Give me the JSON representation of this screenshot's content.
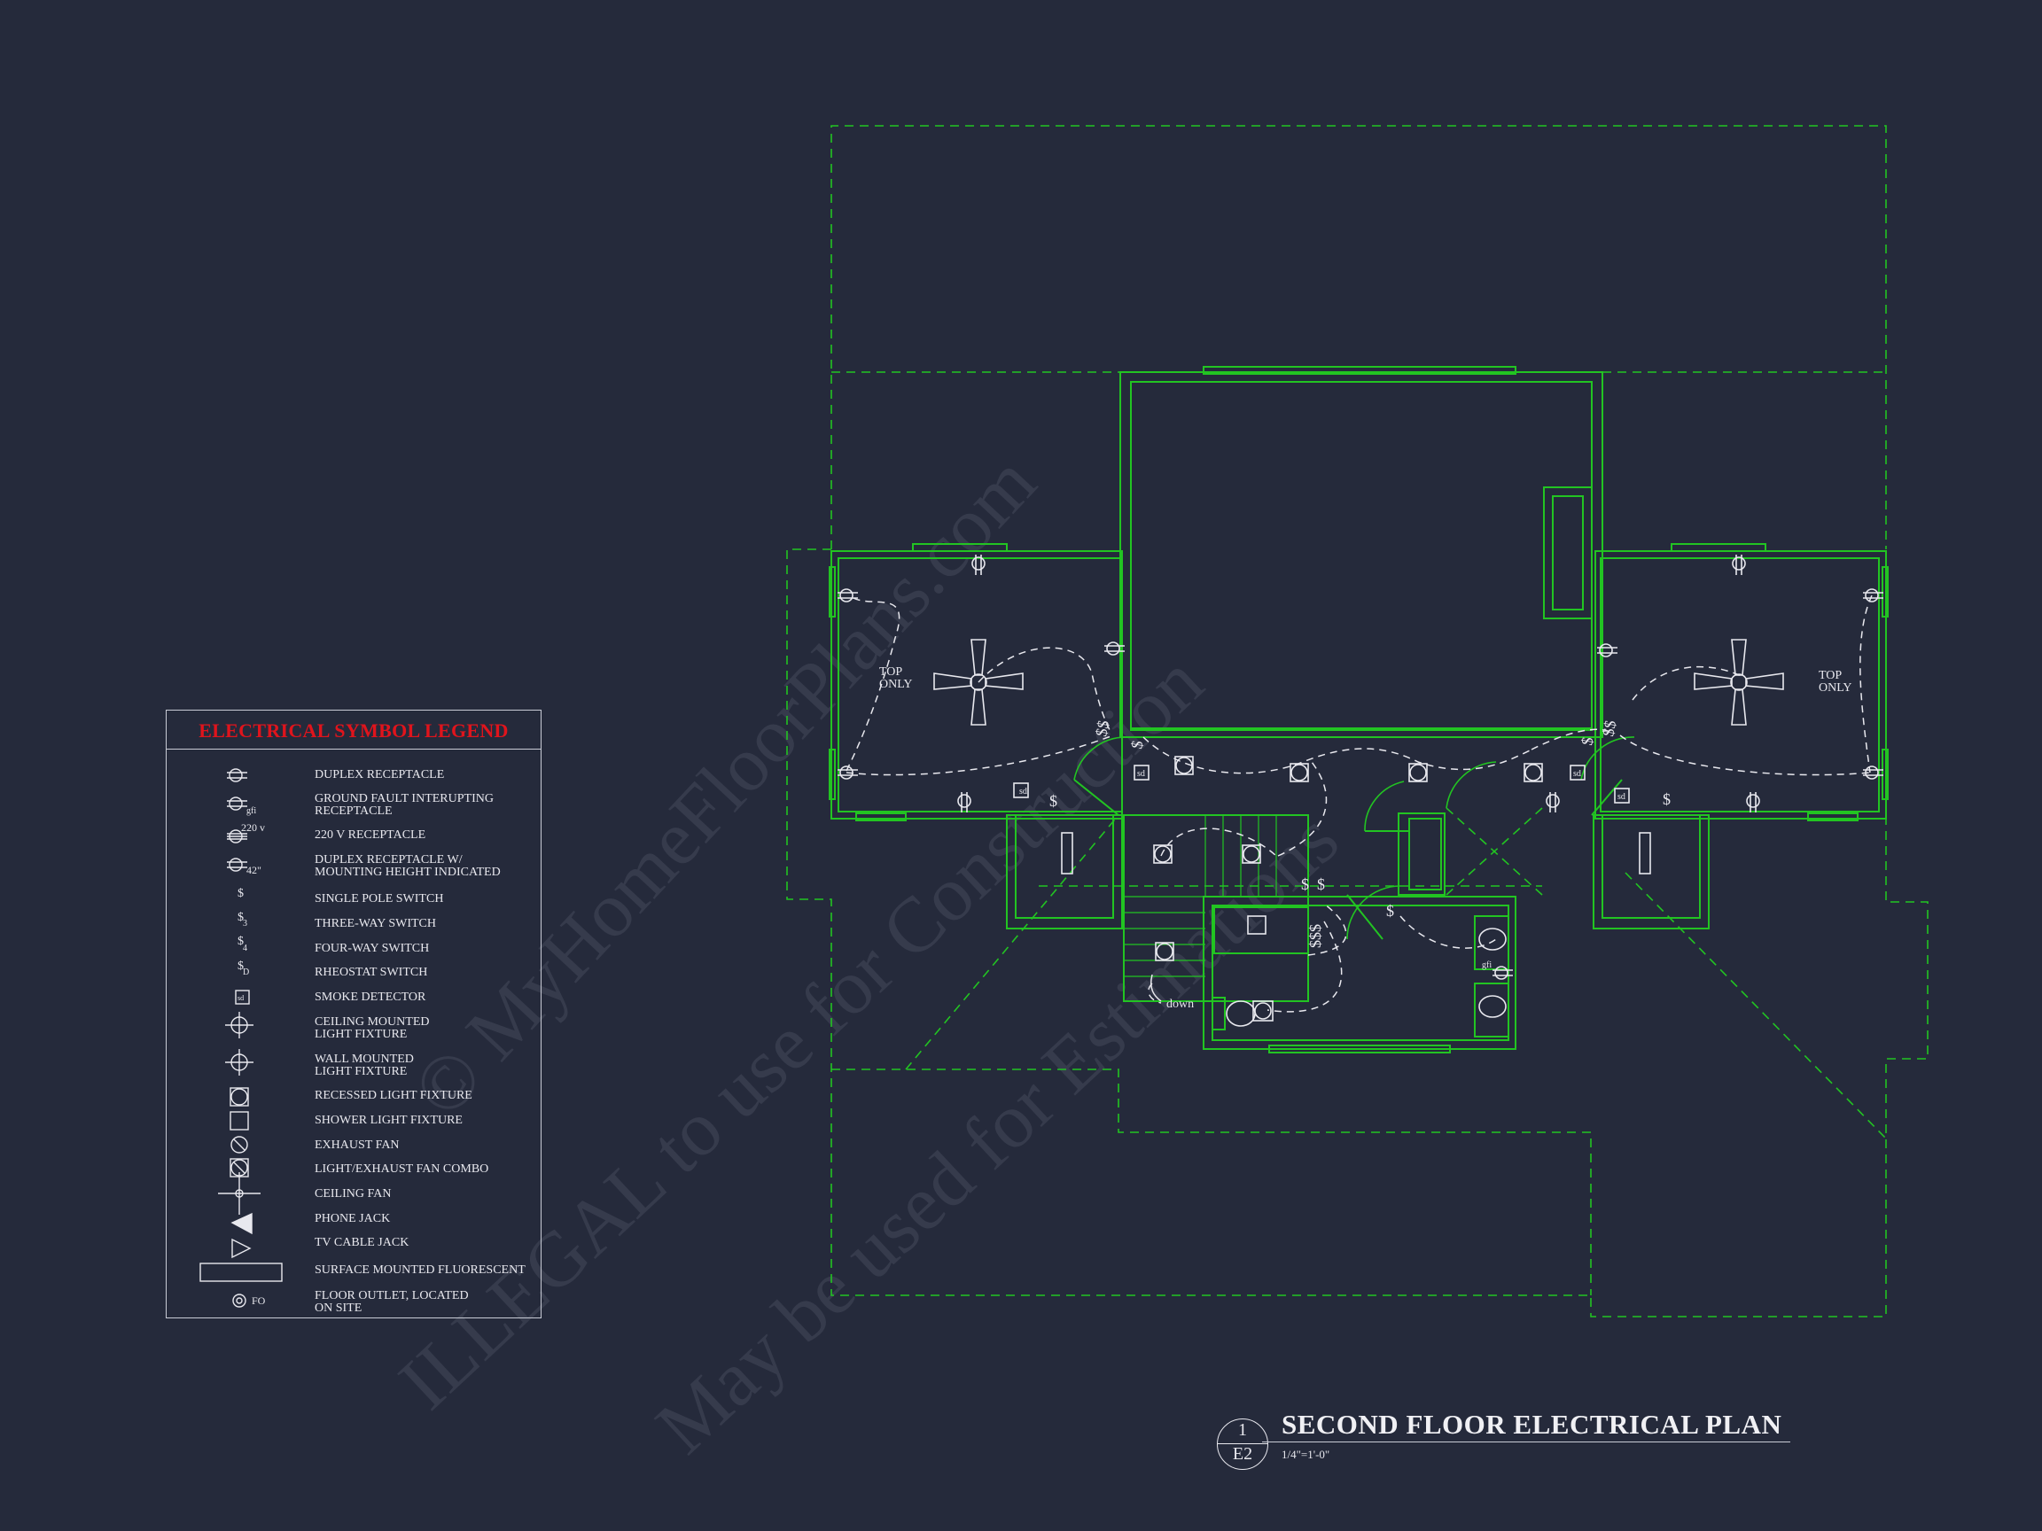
{
  "legend": {
    "title": "ELECTRICAL SYMBOL LEGEND",
    "items": [
      {
        "symbol": "duplex-receptacle",
        "label": "DUPLEX RECEPTACLE",
        "sub": ""
      },
      {
        "symbol": "gfi-receptacle",
        "label": "GROUND FAULT INTERUPTING\nRECEPTACLE",
        "sub": "gfi"
      },
      {
        "symbol": "220v-receptacle",
        "label": "220 V RECEPTACLE",
        "sub": "220 v"
      },
      {
        "symbol": "height-receptacle",
        "label": "DUPLEX RECEPTACLE W/\nMOUNTING HEIGHT INDICATED",
        "sub": "42\""
      },
      {
        "symbol": "single-pole-switch",
        "label": "SINGLE POLE SWITCH",
        "sub": ""
      },
      {
        "symbol": "three-way-switch",
        "label": "THREE-WAY SWITCH",
        "sub": "3"
      },
      {
        "symbol": "four-way-switch",
        "label": "FOUR-WAY SWITCH",
        "sub": "4"
      },
      {
        "symbol": "rheostat-switch",
        "label": "RHEOSTAT SWITCH",
        "sub": "D"
      },
      {
        "symbol": "smoke-detector",
        "label": "SMOKE DETECTOR",
        "sub": "sd"
      },
      {
        "symbol": "ceiling-light",
        "label": "CEILING MOUNTED\nLIGHT FIXTURE",
        "sub": ""
      },
      {
        "symbol": "wall-light",
        "label": "WALL MOUNTED\nLIGHT FIXTURE",
        "sub": ""
      },
      {
        "symbol": "recessed-light",
        "label": "RECESSED LIGHT FIXTURE",
        "sub": ""
      },
      {
        "symbol": "shower-light",
        "label": "SHOWER LIGHT FIXTURE",
        "sub": ""
      },
      {
        "symbol": "exhaust-fan",
        "label": "EXHAUST FAN",
        "sub": ""
      },
      {
        "symbol": "light-fan-combo",
        "label": "LIGHT/EXHAUST FAN COMBO",
        "sub": ""
      },
      {
        "symbol": "ceiling-fan",
        "label": "CEILING FAN",
        "sub": ""
      },
      {
        "symbol": "phone-jack",
        "label": "PHONE JACK",
        "sub": ""
      },
      {
        "symbol": "tv-cable-jack",
        "label": "TV CABLE JACK",
        "sub": ""
      },
      {
        "symbol": "fluorescent",
        "label": "SURFACE MOUNTED FLUORESCENT",
        "sub": ""
      },
      {
        "symbol": "floor-outlet",
        "label": "FLOOR OUTLET, LOCATED\nON SITE",
        "sub": "FO"
      }
    ]
  },
  "plan": {
    "labels": {
      "top_only_left": "TOP\nONLY",
      "top_only_right": "TOP\nONLY",
      "down": "down",
      "gfi": "gfi",
      "sd": "sd"
    },
    "switch_labels": [
      "$",
      "$$",
      "$3",
      "$4",
      "$$$"
    ]
  },
  "title_block": {
    "detail_number": "1",
    "sheet": "E2",
    "title": "SECOND FLOOR ELECTRICAL PLAN",
    "scale": "1/4\"=1'-0\""
  },
  "watermark": {
    "line1": "© MyHomeFloorPlans.com",
    "line2": "ILLEGAL to use for Construction",
    "line3": "May be used for Estimations"
  },
  "colors": {
    "background": "#252a3b",
    "wall": "#22c422",
    "legend_title": "#e0141c",
    "ink": "#e8e8ee"
  }
}
